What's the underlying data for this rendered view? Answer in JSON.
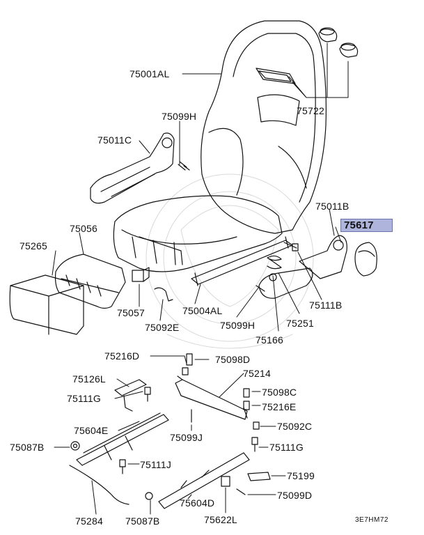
{
  "diagram_code": "3E7HM72",
  "highlight_color": "#aeb4dc",
  "labels": [
    {
      "id": "75001al",
      "text": "75001AL"
    },
    {
      "id": "75722",
      "text": "75722"
    },
    {
      "id": "75099h-a",
      "text": "75099H"
    },
    {
      "id": "75011c",
      "text": "75011C"
    },
    {
      "id": "75011b",
      "text": "75011B"
    },
    {
      "id": "75617",
      "text": "75617"
    },
    {
      "id": "75056",
      "text": "75056"
    },
    {
      "id": "75265",
      "text": "75265"
    },
    {
      "id": "75111b",
      "text": "75111B"
    },
    {
      "id": "75057",
      "text": "75057"
    },
    {
      "id": "75004al",
      "text": "75004AL"
    },
    {
      "id": "75251",
      "text": "75251"
    },
    {
      "id": "75099h-b",
      "text": "75099H"
    },
    {
      "id": "75092e",
      "text": "75092E"
    },
    {
      "id": "75166",
      "text": "75166"
    },
    {
      "id": "75216d",
      "text": "75216D"
    },
    {
      "id": "75098d",
      "text": "75098D"
    },
    {
      "id": "75214",
      "text": "75214"
    },
    {
      "id": "75126l",
      "text": "75126L"
    },
    {
      "id": "75098c",
      "text": "75098C"
    },
    {
      "id": "75111g-a",
      "text": "75111G"
    },
    {
      "id": "75216e",
      "text": "75216E"
    },
    {
      "id": "75604e",
      "text": "75604E"
    },
    {
      "id": "75092c",
      "text": "75092C"
    },
    {
      "id": "75099j",
      "text": "75099J"
    },
    {
      "id": "75087b-a",
      "text": "75087B"
    },
    {
      "id": "75111g-b",
      "text": "75111G"
    },
    {
      "id": "75111j",
      "text": "75111J"
    },
    {
      "id": "75199",
      "text": "75199"
    },
    {
      "id": "75604d",
      "text": "75604D"
    },
    {
      "id": "75099d",
      "text": "75099D"
    },
    {
      "id": "75284",
      "text": "75284"
    },
    {
      "id": "75087b-b",
      "text": "75087B"
    },
    {
      "id": "75622l",
      "text": "75622L"
    }
  ]
}
